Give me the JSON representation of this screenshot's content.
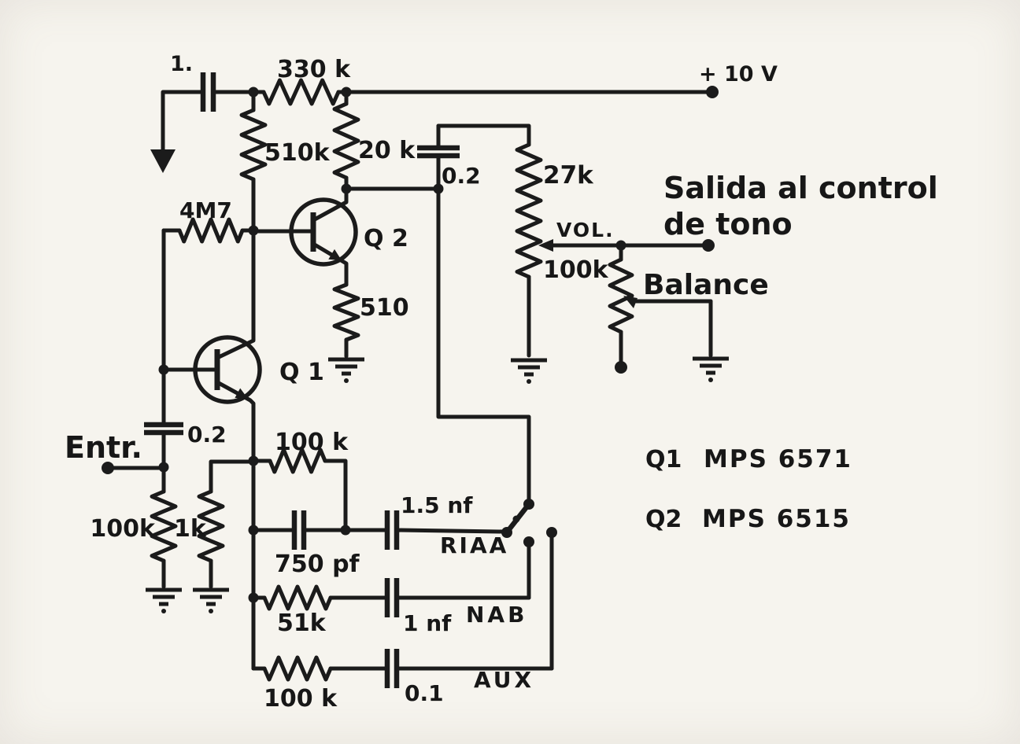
{
  "power": {
    "supply": "+ 10 V"
  },
  "bias": {
    "bypass_cap": "1.",
    "r_330k": "330 k",
    "r_510k": "510k",
    "r_20k": "20 k",
    "r_4m7": "4M7"
  },
  "q1": {
    "label": "Q 1"
  },
  "q2": {
    "label": "Q 2",
    "r_emitter": "510"
  },
  "input": {
    "label": "Entr.",
    "cap": "0.2",
    "r_100k": "100k",
    "r_1k": "1k"
  },
  "output": {
    "cap": "0.2",
    "r_27k": "27k",
    "vol": "VOL.",
    "vol_value": "100k",
    "dest_line1": "Salida al control",
    "dest_line2": "de tono",
    "balance": "Balance"
  },
  "eq": {
    "r_100k_fb": "100 k",
    "c_1n5": "1.5 nf",
    "pos_riaa": "RIAA",
    "c_750pf": "750 pf",
    "r_51k": "51k",
    "c_1nf": "1 nf",
    "pos_nab": "NAB",
    "r_100k_aux": "100 k",
    "c_100nf": "0.1",
    "pos_aux": "AUX"
  },
  "parts": {
    "q1_ref": "Q1",
    "q1_model": "MPS 6571",
    "q2_ref": "Q2",
    "q2_model": "MPS 6515"
  }
}
